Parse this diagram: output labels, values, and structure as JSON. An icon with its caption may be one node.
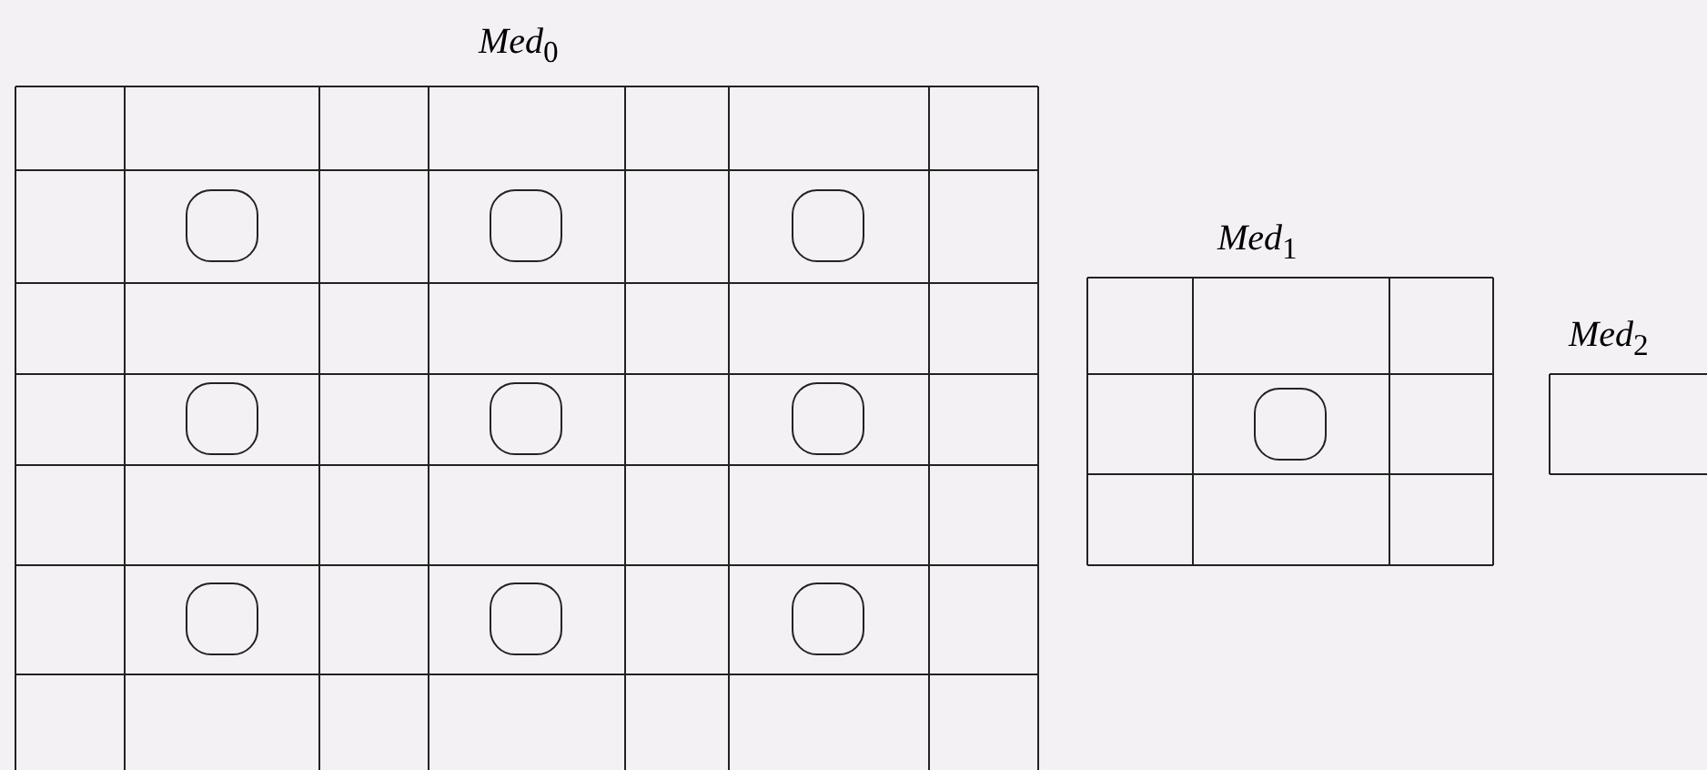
{
  "diagram": {
    "nodes": [
      {
        "text": [
          "*Med*$_{0}$"
        ]
      },
      {
        "text": [],
        "shape": "circle",
        "in": 0
      },
      {
        "text": [],
        "shape": "circle",
        "in": 0
      },
      {
        "text": [],
        "shape": "circle",
        "in": 0
      },
      {
        "text": [],
        "shape": "circle",
        "in": 0
      },
      {
        "text": [],
        "shape": "circle",
        "in": 0
      },
      {
        "text": [],
        "shape": "circle",
        "in": 0
      },
      {
        "text": [],
        "shape": "circle",
        "in": 0
      },
      {
        "text": [],
        "shape": "circle",
        "in": 0
      },
      {
        "text": [],
        "shape": "circle",
        "in": 0
      },
      {
        "text": [
          "*Med*$_{1}$"
        ]
      },
      {
        "text": [],
        "shape": "circle",
        "in": 10
      },
      {
        "text": [
          "*Med*$_{2}$"
        ]
      }
    ]
  }
}
